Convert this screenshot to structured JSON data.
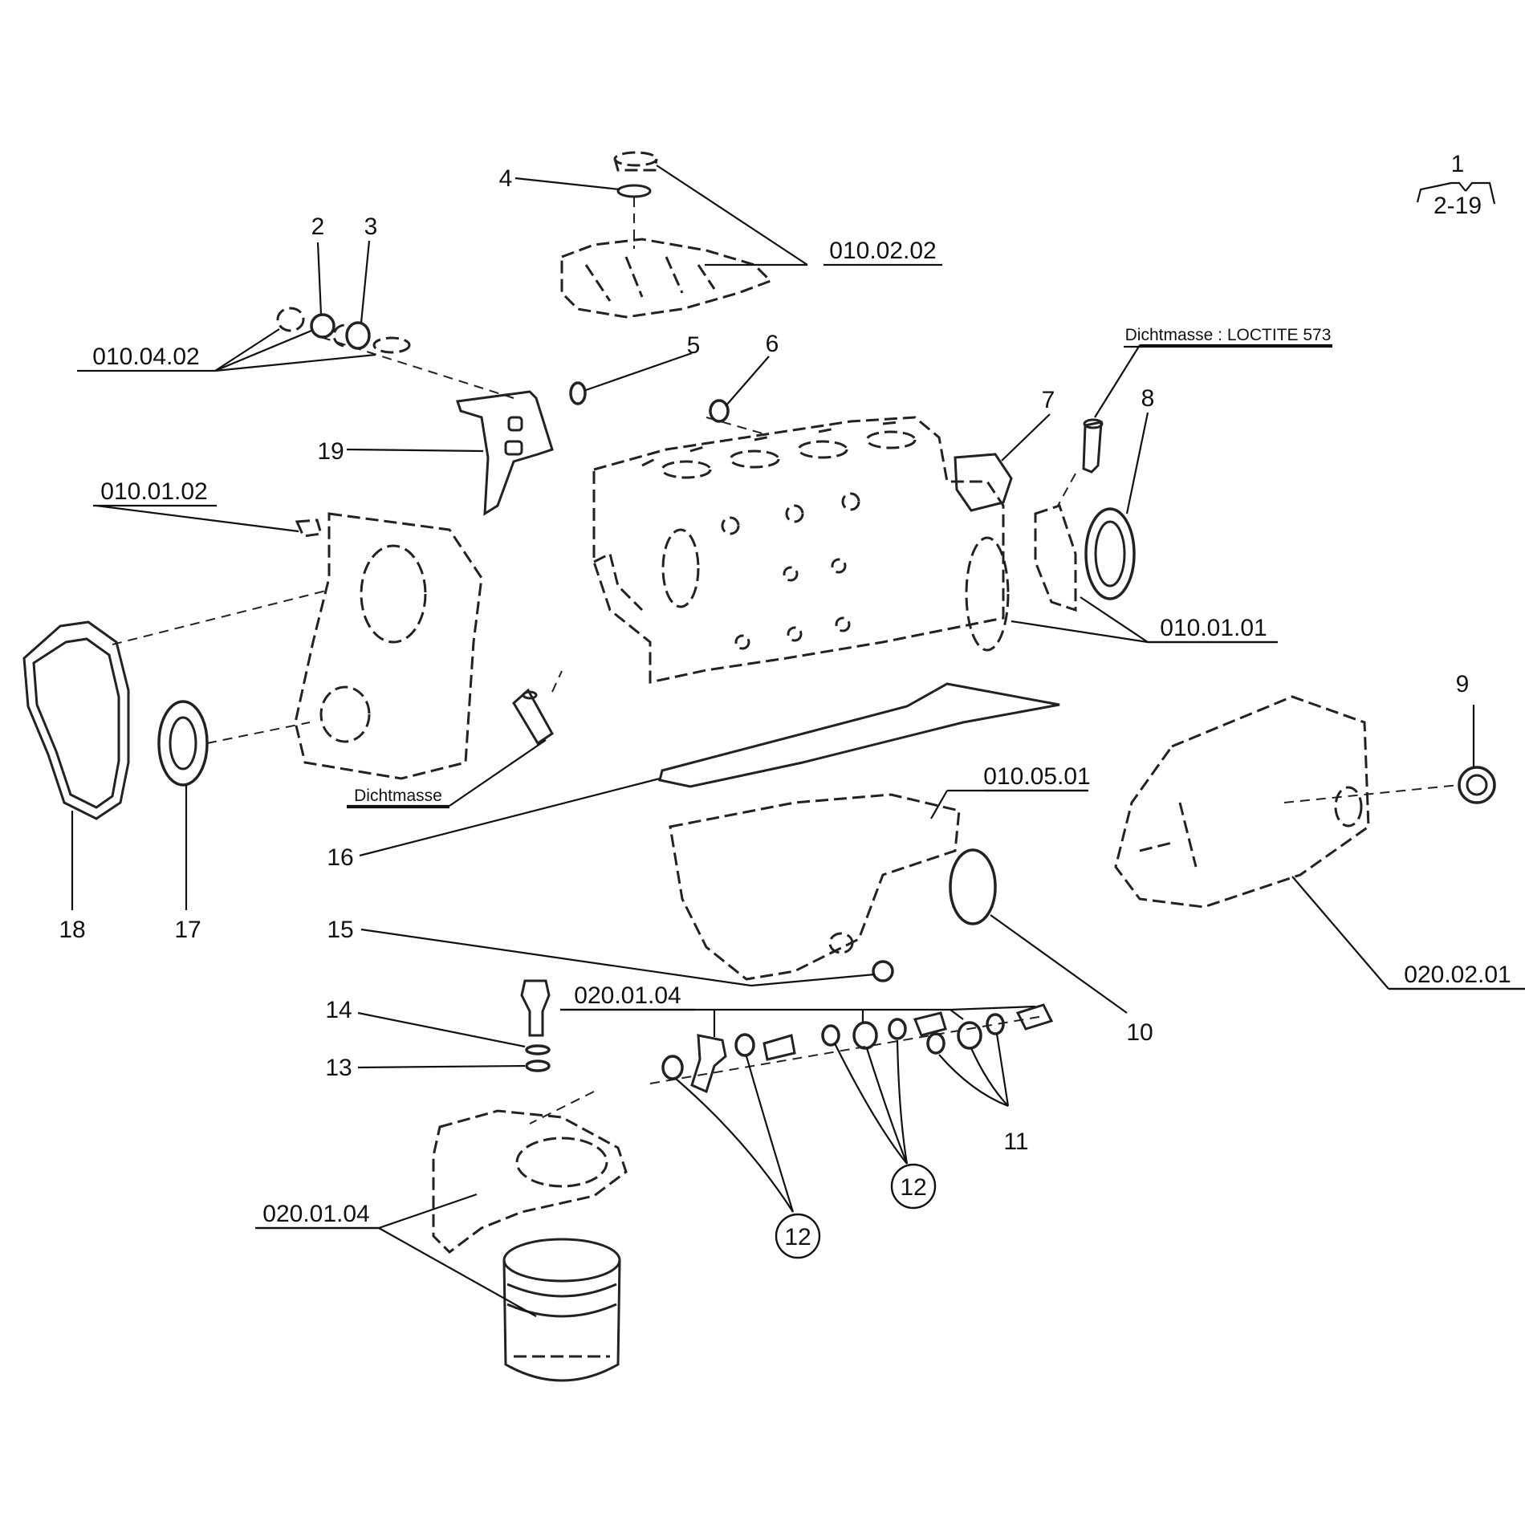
{
  "callouts": {
    "n1": "1",
    "n2": "2",
    "n3": "3",
    "n4": "4",
    "n5": "5",
    "n6": "6",
    "n7": "7",
    "n8": "8",
    "n9": "9",
    "n10": "10",
    "n11": "11",
    "n12a": "12",
    "n12b": "12",
    "n13": "13",
    "n14": "14",
    "n15": "15",
    "n16": "16",
    "n17": "17",
    "n18": "18",
    "n19": "19"
  },
  "index_range": "2-19",
  "refs": {
    "r_010_02_02": "010.02.02",
    "r_010_04_02": "010.04.02",
    "r_010_01_02": "010.01.02",
    "r_010_01_01": "010.01.01",
    "r_010_05_01": "010.05.01",
    "r_020_02_01": "020.02.01",
    "r_020_01_04_top": "020.01.04",
    "r_020_01_04_bottom": "020.01.04"
  },
  "notes": {
    "sealant_loctite": "Dichtmasse : LOCTITE 573",
    "sealant": "Dichtmasse"
  }
}
